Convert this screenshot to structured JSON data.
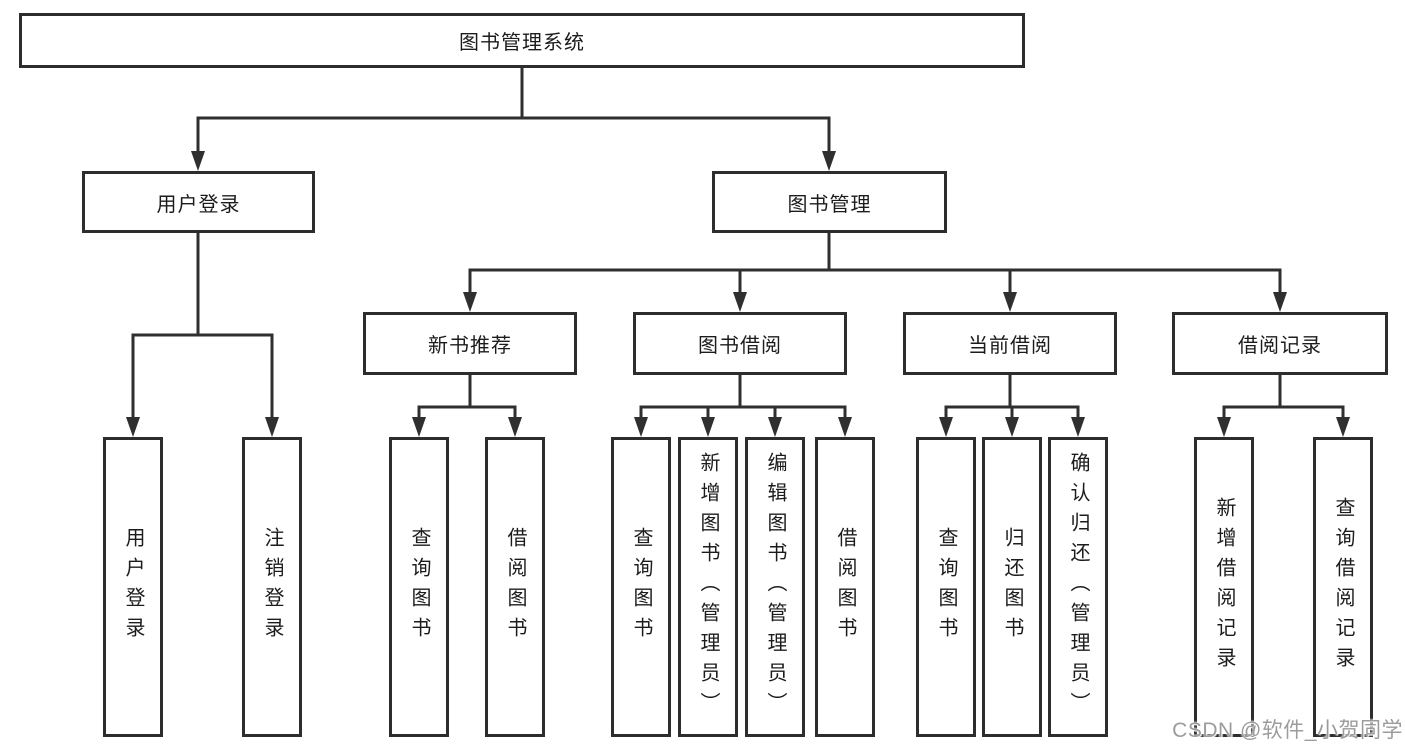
{
  "diagram": {
    "title": "图书管理系统",
    "level2": [
      {
        "label": "用户登录"
      },
      {
        "label": "图书管理"
      }
    ],
    "level3": [
      {
        "label": "新书推荐"
      },
      {
        "label": "图书借阅"
      },
      {
        "label": "当前借阅"
      },
      {
        "label": "借阅记录"
      }
    ],
    "leaves": {
      "user_login": [
        {
          "label": "用户登录"
        },
        {
          "label": "注销登录"
        }
      ],
      "new_book": [
        {
          "label": "查询图书"
        },
        {
          "label": "借阅图书"
        }
      ],
      "book_borrow": [
        {
          "label": "查询图书"
        },
        {
          "label": "新增图书（管理员）"
        },
        {
          "label": "编辑图书（管理员）"
        },
        {
          "label": "借阅图书"
        }
      ],
      "current_borrow": [
        {
          "label": "查询图书"
        },
        {
          "label": "归还图书"
        },
        {
          "label": "确认归还（管理员）"
        }
      ],
      "borrow_records": [
        {
          "label": "新增借阅记录"
        },
        {
          "label": "查询借阅记录"
        }
      ]
    }
  },
  "watermark": {
    "text": "CSDN @软件_小贺同学",
    "color": "#9c9c9c"
  },
  "colors": {
    "line": "#2f2f2f",
    "box_border": "#2d2d2d",
    "text": "#1c1c1c",
    "background": "#ffffff"
  }
}
